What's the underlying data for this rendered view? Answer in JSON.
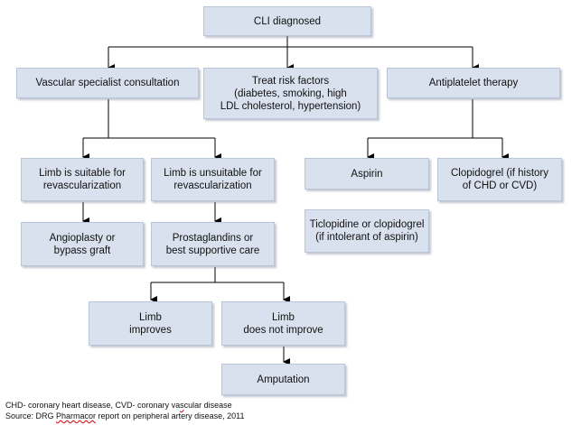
{
  "nodes": {
    "cli": "CLI diagnosed",
    "vascular": "Vascular specialist consultation",
    "treat": "Treat risk factors\n(diabetes, smoking, high\nLDL cholesterol, hypertension)",
    "antiplatelet": "Antiplatelet therapy",
    "suitable": "Limb is suitable for\nrevascularization",
    "unsuitable": "Limb is unsuitable for\nrevascularization",
    "aspirin": "Aspirin",
    "clopidogrel": "Clopidogrel (if history\nof CHD or CVD)",
    "angioplasty": "Angioplasty or\nbypass graft",
    "prostaglandins": "Prostaglandins or\nbest supportive care",
    "ticlopidine": "Ticlopidine or clopidogrel\n(if intolerant of aspirin)",
    "improves": "Limb\nimproves",
    "not_improve": "Limb\ndoes not improve",
    "amputation": "Amputation"
  },
  "footer": {
    "line1_pre": "CHD- coronary heart disease, CVD- coronary va",
    "line1_sq": "s",
    "line1_post": "cular disease",
    "line2_pre": "Source: DRG ",
    "line2_sq": "Pharmacor",
    "line2_post": " report on peripheral artery disease, 2011"
  },
  "colors": {
    "box_fill": "#d9e1ee",
    "box_border": "#b9c6da",
    "connector": "#000000"
  }
}
